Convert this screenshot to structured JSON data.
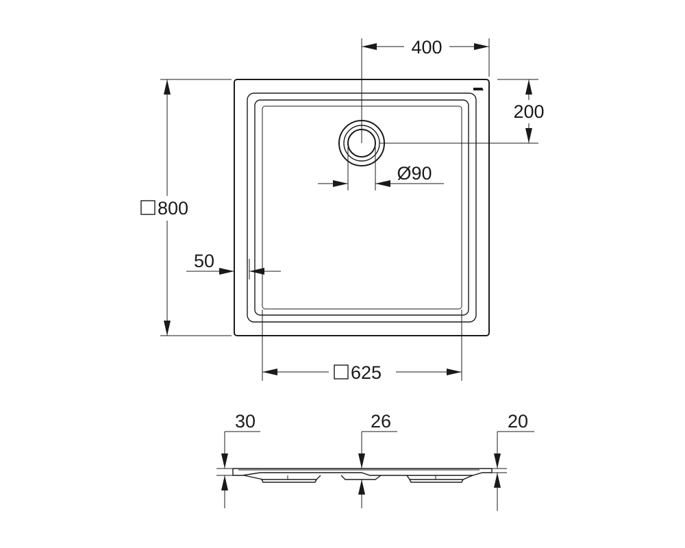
{
  "dimensions": {
    "outer_side": "800",
    "inner_side": "625",
    "drain_offset_x": "400",
    "drain_offset_y": "200",
    "drain_diameter": "Ø90",
    "rim_width": "50",
    "profile_left_height": "30",
    "profile_center_height": "26",
    "profile_right_height": "20"
  },
  "symbols": {
    "square": "square-symbol"
  },
  "colors": {
    "line": "#1a1a1a",
    "background": "#ffffff"
  }
}
